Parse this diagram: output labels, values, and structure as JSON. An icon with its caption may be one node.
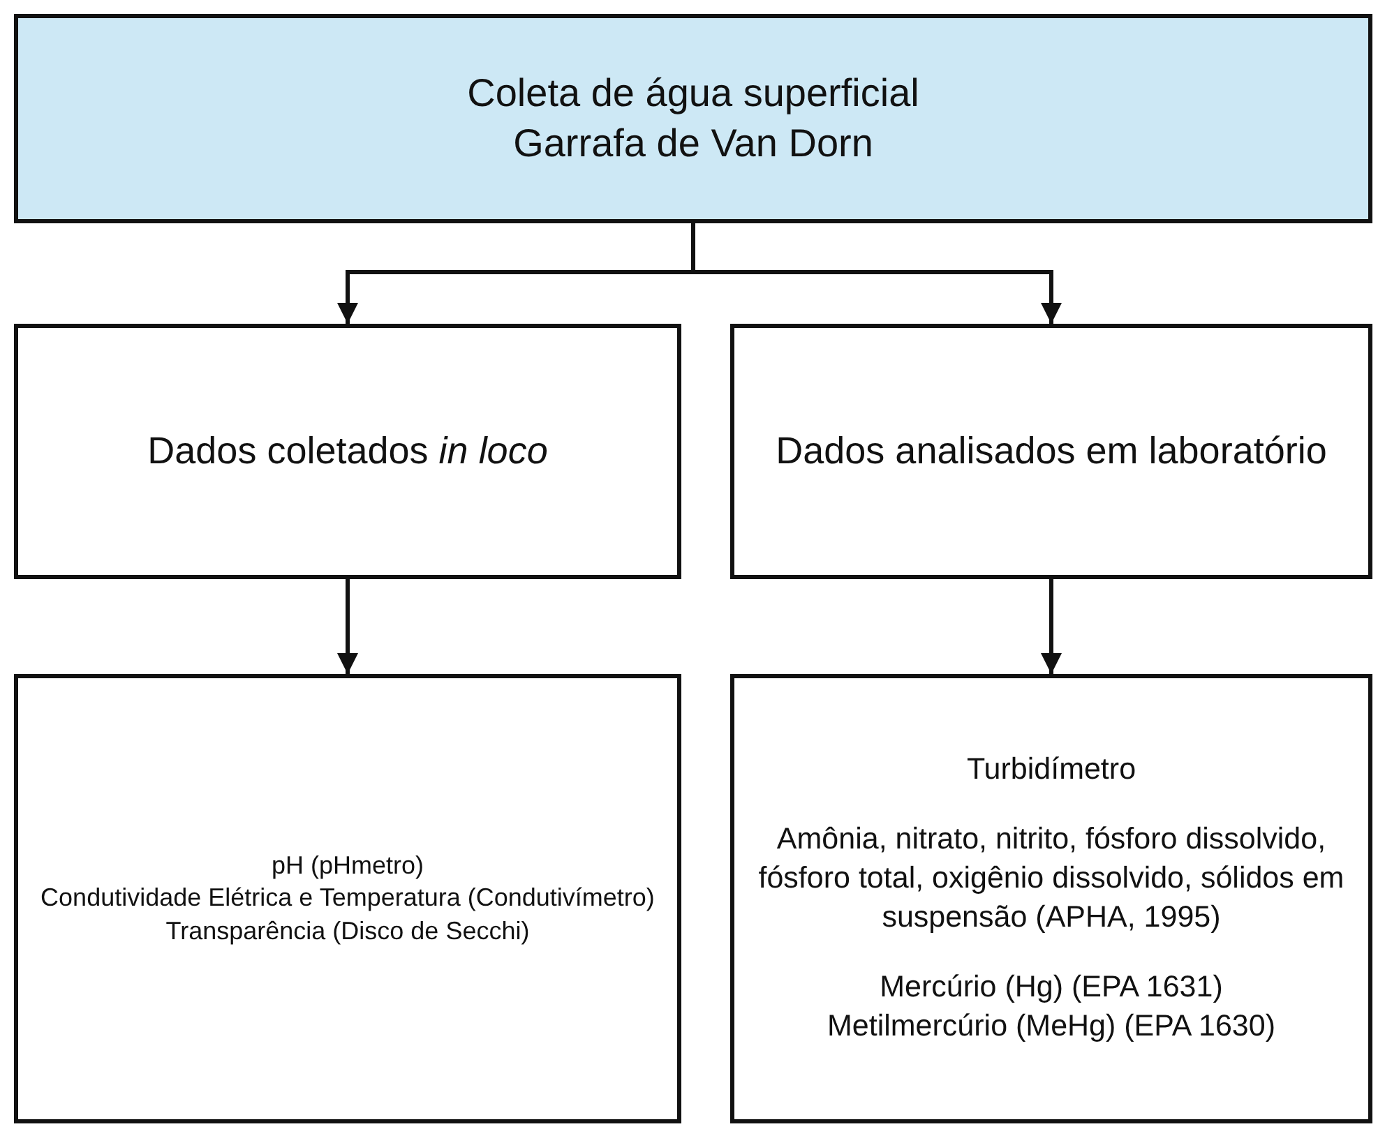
{
  "diagram": {
    "nodes": [
      {
        "text": [
          "Coleta de água superficial",
          "Garrafa de Van Dorn"
        ]
      },
      {
        "text": [
          "Dados coletados *in loco*"
        ]
      },
      {
        "text": [
          "Dados analisados em laboratório"
        ]
      },
      {
        "text": [
          "pH (pHmetro)",
          "Condutividade Elétrica e Temperatura (Condutivímetro)",
          "Transparência (Disco de Secchi)"
        ]
      },
      {
        "text": [
          "Turbidímetro",
          "Amônia, nitrato, nitrito, fósforo dissolvido, fósforo total, oxigênio dissolvido, sólidos em suspensão (APHA, 1995)",
          "Mercúrio (Hg) (EPA 1631)",
          "Metilmercúrio (MeHg) (EPA 1630)"
        ]
      }
    ],
    "edges": [
      {
        "from": 0,
        "to": 1,
        "arrow": "to"
      },
      {
        "from": 0,
        "to": 2,
        "arrow": "to"
      },
      {
        "from": 1,
        "to": 3,
        "arrow": "to"
      },
      {
        "from": 2,
        "to": 4,
        "arrow": "to"
      }
    ]
  }
}
